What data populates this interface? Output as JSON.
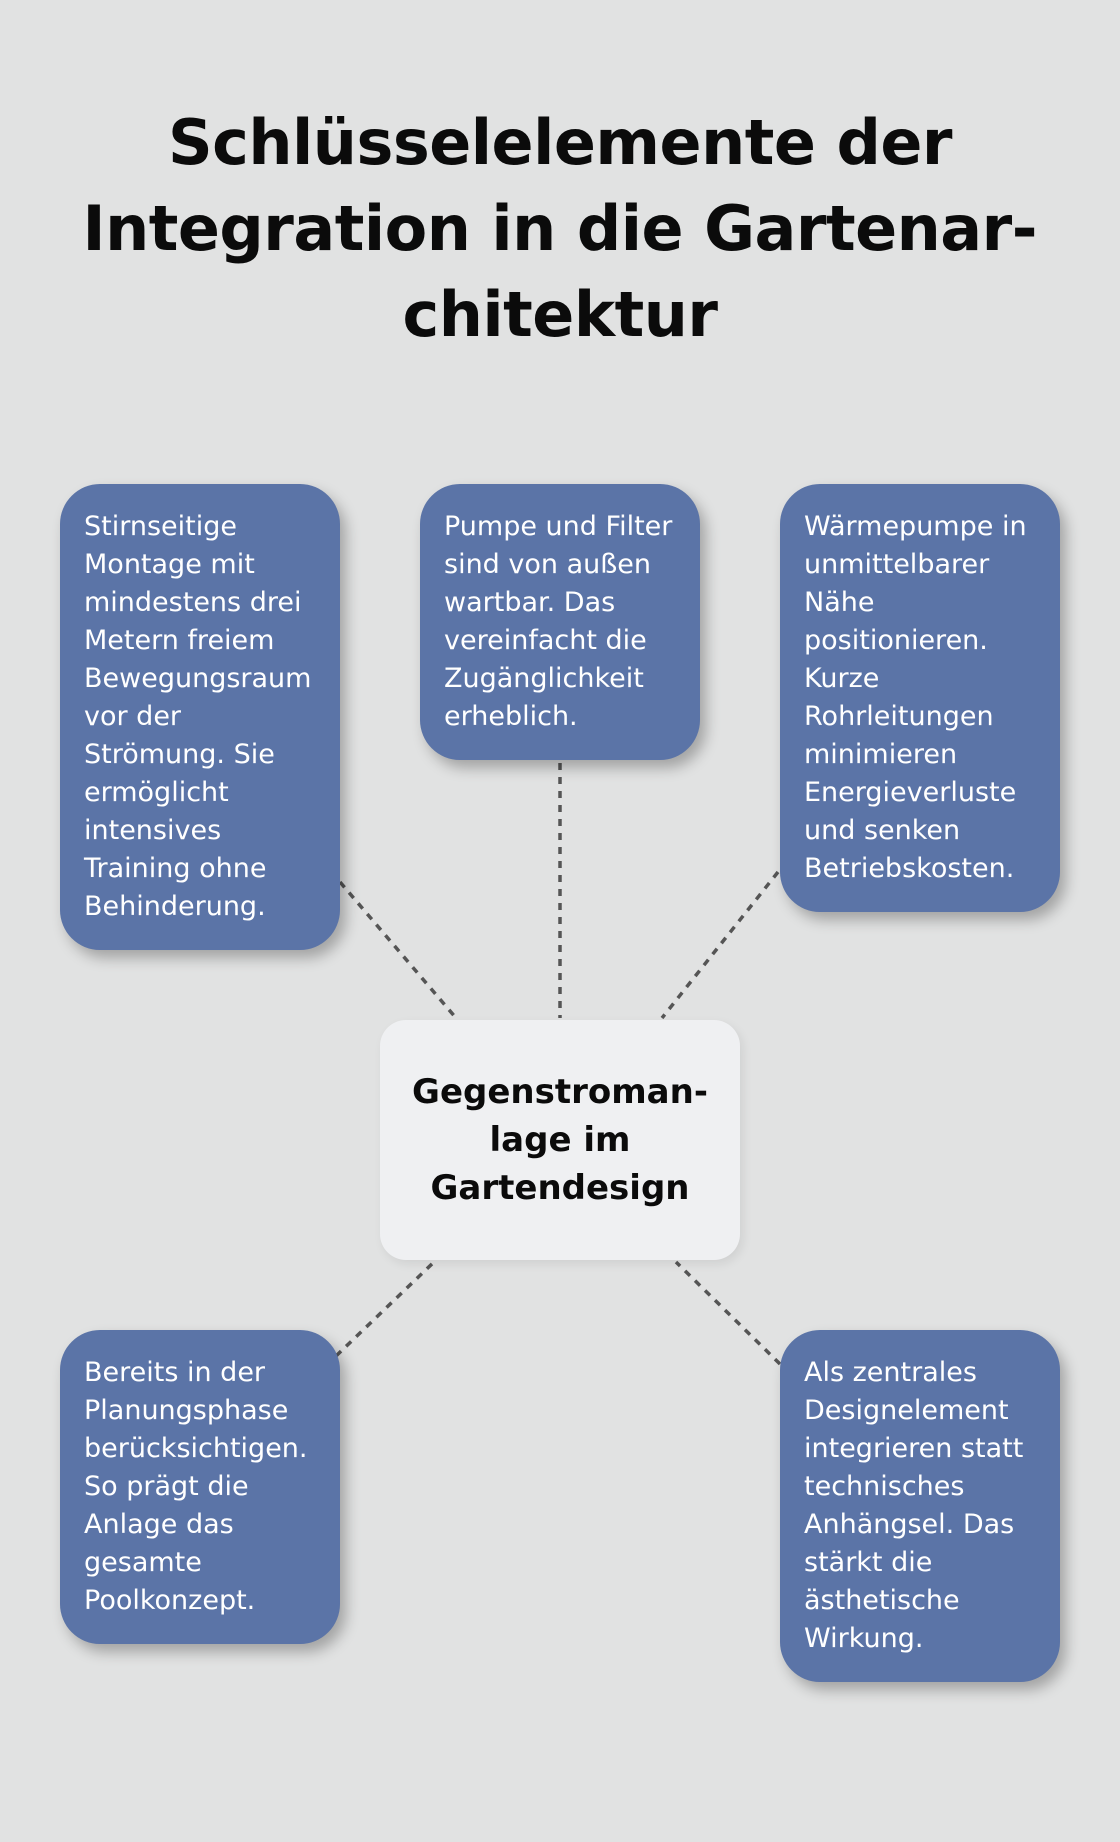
{
  "title": "Schlüsselelemente der Integration in die Gartenar­chitektur",
  "center": {
    "label": "Gegenstroman­lage im Gartendesign"
  },
  "cards": [
    {
      "text": "Stirnseitige Montage mit mindestens drei Metern freiem Bewegungsraum vor der Strömung. Sie ermöglicht intensives Training ohne Behinderung."
    },
    {
      "text": "Pumpe und Filter sind von außen wartbar. Das vereinfacht die Zugänglichkeit erheblich."
    },
    {
      "text": "Wärmepumpe in unmittelbarer Nähe positionieren. Kurze Rohrleitungen minimieren Energieverluste und senken Betriebskosten."
    },
    {
      "text": "Bereits in der Planungsphase berücksichtigen. So prägt die Anlage das gesamte Poolkonzept."
    },
    {
      "text": "Als zentrales Designelement integrieren statt technisches Anhängsel. Das stärkt die ästhetische Wirkung."
    }
  ],
  "colors": {
    "background": "#e1e2e2",
    "card": "#5b74a7",
    "center_box": "#eff0f2",
    "connector": "#555555"
  }
}
